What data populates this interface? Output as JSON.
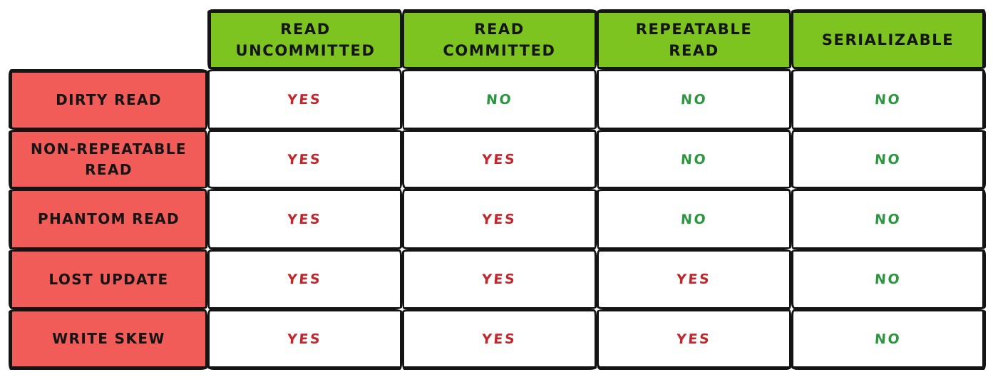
{
  "chart_data": {
    "type": "table",
    "columns": [
      "READ\nUNCOMMITTED",
      "READ\nCOMMITTED",
      "REPEATABLE\nREAD",
      "SERIALIZABLE"
    ],
    "rows": [
      {
        "label": "DIRTY READ",
        "values": [
          "YES",
          "NO",
          "NO",
          "NO"
        ]
      },
      {
        "label": "NON-REPEATABLE READ",
        "values": [
          "YES",
          "YES",
          "NO",
          "NO"
        ]
      },
      {
        "label": "PHANTOM READ",
        "values": [
          "YES",
          "YES",
          "NO",
          "NO"
        ]
      },
      {
        "label": "LOST UPDATE",
        "values": [
          "YES",
          "YES",
          "YES",
          "NO"
        ]
      },
      {
        "label": "WRITE SKEW",
        "values": [
          "YES",
          "YES",
          "YES",
          "NO"
        ]
      }
    ],
    "positive_label": "YES",
    "negative_label": "NO",
    "layout": "column headers on top (green), row phenomenon labels on left (red), empty top-left corner, hand-drawn black borders"
  },
  "colors": {
    "header_bg": "#7dc420",
    "row_header_bg": "#f15b58",
    "yes_text": "#c1272d",
    "no_text": "#2d9641",
    "border": "#141414"
  }
}
